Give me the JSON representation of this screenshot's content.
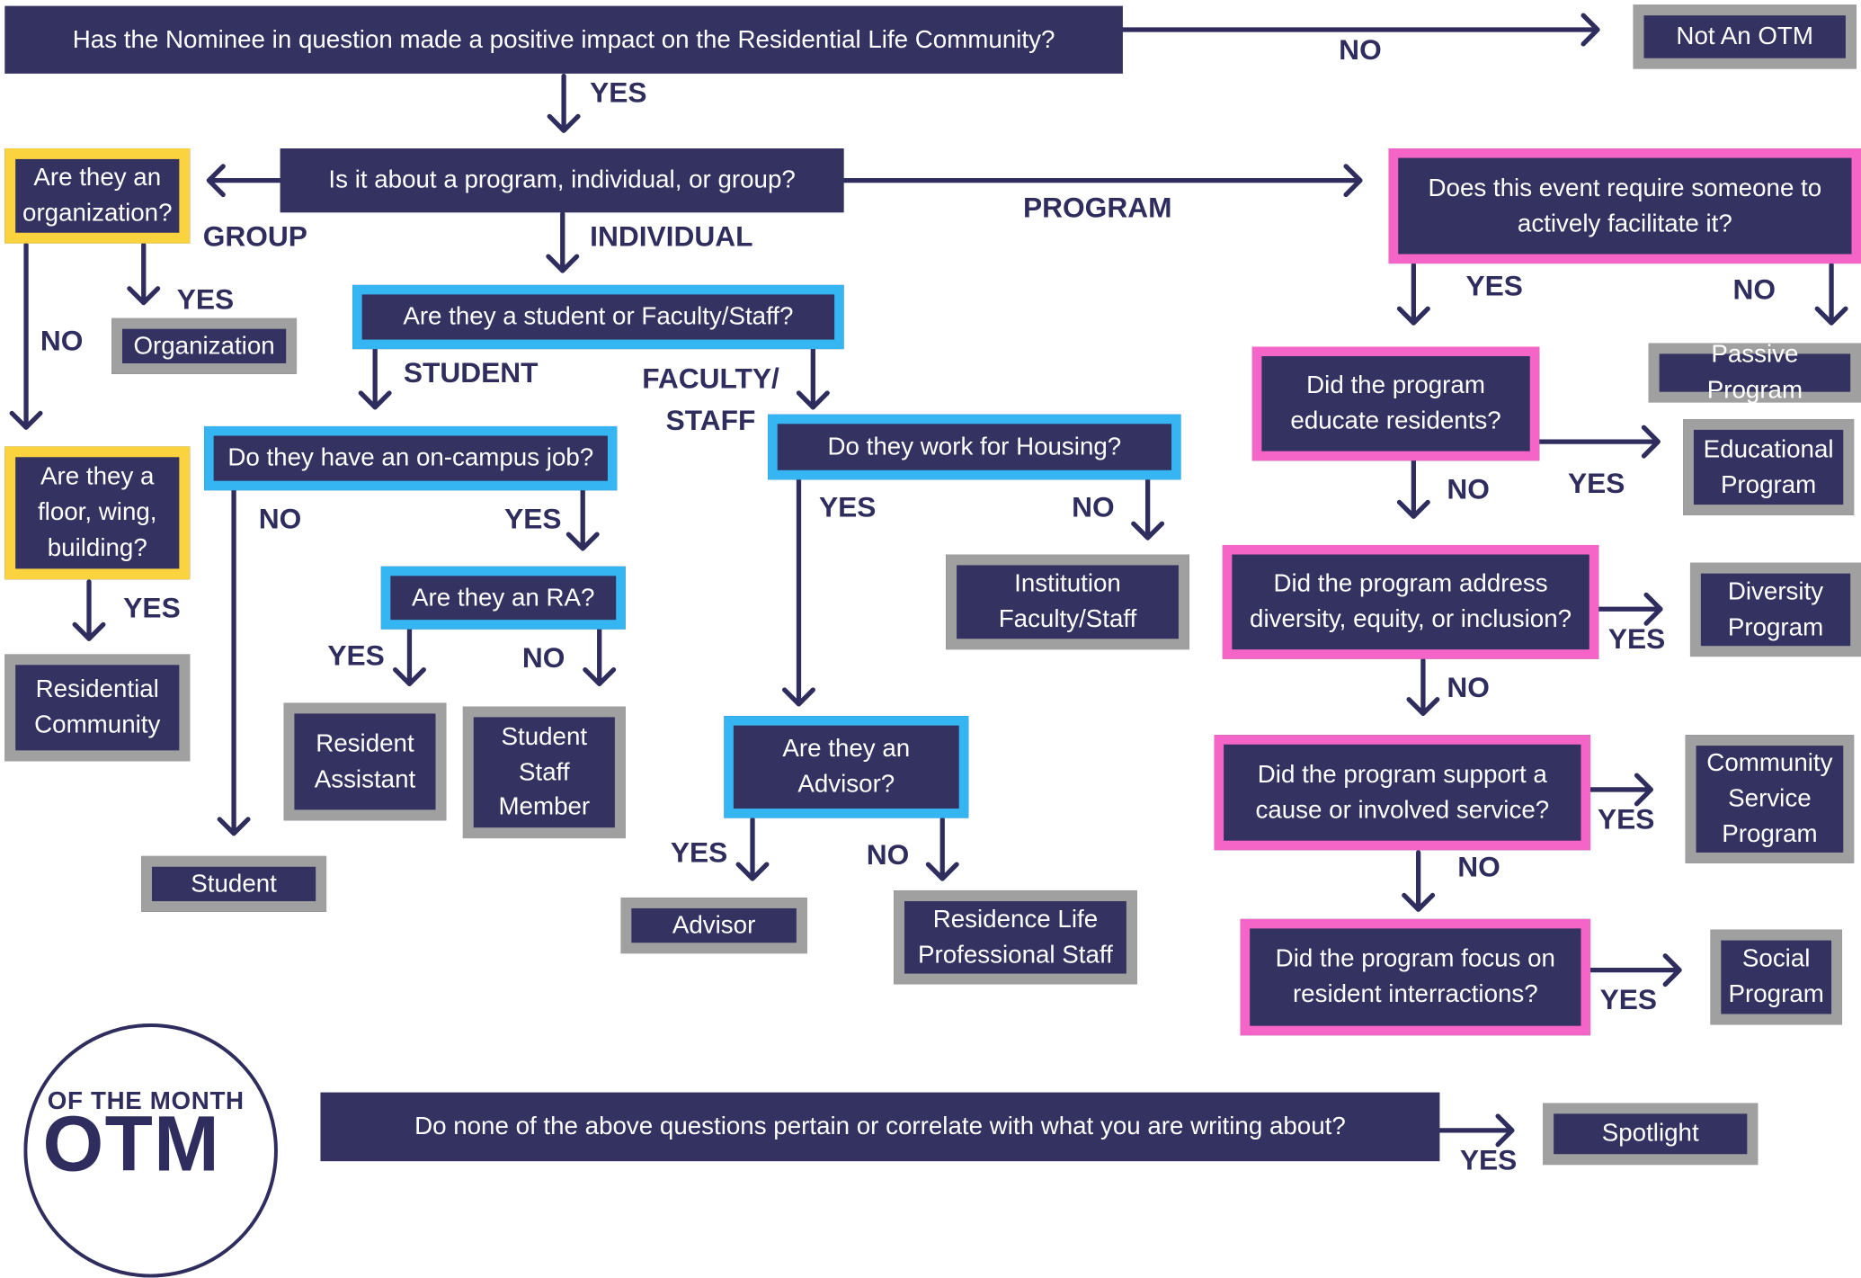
{
  "nodes": {
    "q_impact": "Has the Nominee in question made a positive impact on the Residential Life Community?",
    "not_otm": "Not An OTM",
    "q_type": "Is it about a program, individual, or group?",
    "q_organization": "Are they an\norganization?",
    "organization": "Organization",
    "q_floor": "Are they a\nfloor, wing,\nbuilding?",
    "residential_community": "Residential\nCommunity",
    "q_student_faculty": "Are they a student or Faculty/Staff?",
    "q_oncampus_job": "Do they have an on-campus job?",
    "q_ra": "Are they an RA?",
    "resident_assistant": "Resident\nAssistant",
    "student_staff": "Student\nStaff\nMember",
    "student": "Student",
    "q_housing": "Do they work for Housing?",
    "institution_staff": "Institution\nFaculty/Staff",
    "q_advisor": "Are they an\nAdvisor?",
    "advisor": "Advisor",
    "reslife_staff": "Residence Life\nProfessional Staff",
    "q_facilitate": "Does this event require someone to\nactively facilitate it?",
    "passive_program": "Passive Program",
    "q_educate": "Did the program\neducate residents?",
    "educational_program": "Educational\nProgram",
    "q_diversity": "Did the program address\ndiversity, equity, or inclusion?",
    "diversity_program": "Diversity\nProgram",
    "q_service": "Did the program support a\ncause or involved service?",
    "community_service_program": "Community\nService\nProgram",
    "q_social": "Did the program focus on\nresident interractions?",
    "social_program": "Social\nProgram",
    "q_none": "Do none of the above questions pertain or correlate with what you are writing about?",
    "spotlight": "Spotlight"
  },
  "labels": {
    "no_impact": "NO",
    "yes_impact": "YES",
    "group": "GROUP",
    "individual": "INDIVIDUAL",
    "program": "PROGRAM",
    "org_yes": "YES",
    "org_no": "NO",
    "floor_yes": "YES",
    "student": "STUDENT",
    "faculty_staff": "FACULTY/\nSTAFF",
    "job_no": "NO",
    "job_yes": "YES",
    "ra_yes": "YES",
    "ra_no": "NO",
    "housing_yes": "YES",
    "housing_no": "NO",
    "advisor_yes": "YES",
    "advisor_no": "NO",
    "facilitate_yes": "YES",
    "facilitate_no": "NO",
    "educate_yes": "YES",
    "educate_no": "NO",
    "diversity_yes": "YES",
    "diversity_no": "NO",
    "service_yes": "YES",
    "service_no": "NO",
    "social_yes": "YES",
    "none_yes": "YES"
  },
  "logo": {
    "top_text": "OF THE MONTH",
    "main_text": "OTM"
  },
  "colors": {
    "node_fill": "#343261",
    "question_border_yellow": "#fad33e",
    "question_border_blue": "#35b5f1",
    "question_border_pink": "#f564c7",
    "outcome_border_gray": "#a0a0a0",
    "label_text": "#2f2d5e"
  }
}
